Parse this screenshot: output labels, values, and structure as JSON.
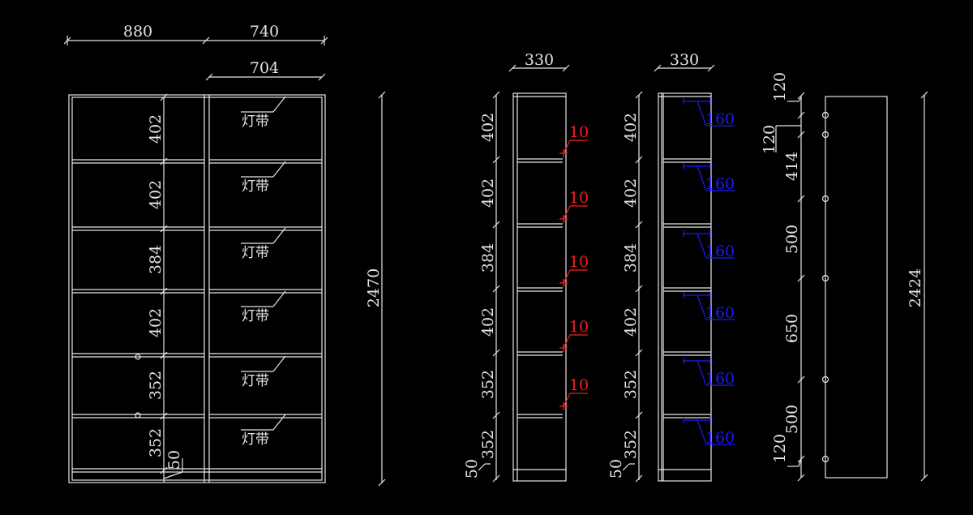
{
  "colors": {
    "background": "#000000",
    "lines": "#e6e6e6",
    "red_annotation": "#ff1a1a",
    "blue_annotation": "#1a1aff"
  },
  "front_view": {
    "width_dims": [
      "880",
      "740"
    ],
    "inner_width_dim": "704",
    "height_total": "2470",
    "shelf_dims": [
      "402",
      "402",
      "384",
      "402",
      "352",
      "352"
    ],
    "plinth_dim": "50",
    "light_strip_label": "灯带",
    "light_strip_count": 6
  },
  "side_view_a": {
    "depth_dim": "330",
    "shelf_dims": [
      "402",
      "402",
      "384",
      "402",
      "352",
      "352"
    ],
    "plinth_dim": "50",
    "red_notes": [
      "10",
      "10",
      "10",
      "10",
      "10"
    ]
  },
  "side_view_b": {
    "depth_dim": "330",
    "shelf_dims": [
      "402",
      "402",
      "384",
      "402",
      "352",
      "352"
    ],
    "plinth_dim": "50",
    "blue_notes": [
      "160",
      "160",
      "160",
      "160",
      "160",
      "160"
    ]
  },
  "panel_view": {
    "hole_dims": [
      "120",
      "120",
      "414",
      "500",
      "650",
      "500",
      "120"
    ],
    "height_total": "2424"
  }
}
